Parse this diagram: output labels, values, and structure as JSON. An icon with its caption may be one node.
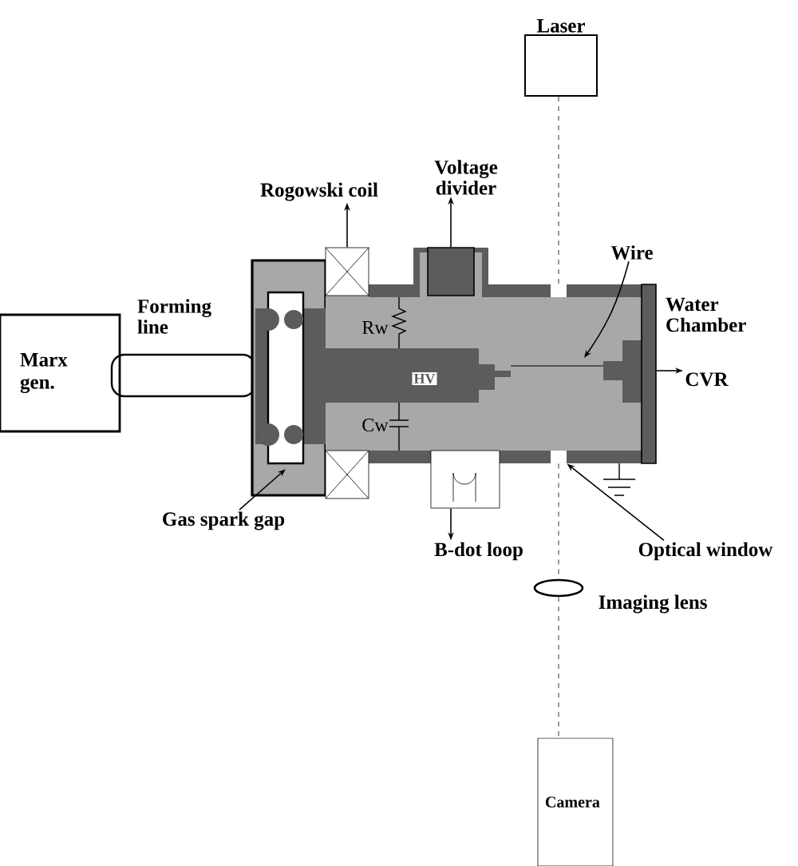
{
  "diagram": {
    "nodes": [
      {
        "text": [
          "Marx gen."
        ]
      },
      {
        "text": [
          "Rogowski coil"
        ]
      },
      {
        "text": [
          "Voltage divider"
        ]
      },
      {
        "text": [
          "Laser"
        ]
      },
      {
        "text": [
          "Wire"
        ]
      },
      {
        "text": [],
        "shape": "box"
      },
      {
        "text": [],
        "shape": "box"
      },
      {
        "text": [],
        "shape": "box"
      },
      {
        "text": [
          "CVR"
        ]
      },
      {
        "text": [
          "Gas spark gap"
        ]
      },
      {
        "text": [],
        "shape": "box"
      },
      {
        "text": [
          "B-dot loop"
        ]
      },
      {
        "text": [],
        "shape": "box"
      },
      {
        "text": [
          "Optical window"
        ]
      },
      {
        "text": [],
        "shape": "ellipse",
        "beside": [
          "Imaging lens"
        ]
      },
      {
        "text": [
          "Camera"
        ]
      },
      {
        "text": [],
        "shape": "box"
      },
      {
        "text": [],
        "shape": "box"
      }
    ],
    "edges": [
      {
        "from": 5,
        "to": 1,
        "arrow": "to"
      },
      {
        "from": 6,
        "to": 2,
        "arrow": "to"
      },
      {
        "from": 3,
        "to": 7,
        "arrow": "none",
        "style": "dashed",
        "color": "#808080"
      },
      {
        "from": 4,
        "to": null,
        "arrow": "to"
      },
      {
        "from": 16,
        "to": 8,
        "arrow": "to"
      },
      {
        "from": 9,
        "to": 17,
        "arrow": "to"
      },
      {
        "from": 10,
        "to": 11,
        "arrow": "to"
      },
      {
        "from": 13,
        "to": 12,
        "arrow": "to"
      },
      {
        "from": 12,
        "to": 14,
        "arrow": "none",
        "style": "dashed",
        "color": "#808080"
      },
      {
        "from": 14,
        "to": 15,
        "arrow": "none",
        "style": "dashed",
        "color": "#808080"
      }
    ],
    "labels": [
      "Forming line",
      "Water Chamber",
      "Rw",
      "HV",
      "Cw"
    ]
  }
}
